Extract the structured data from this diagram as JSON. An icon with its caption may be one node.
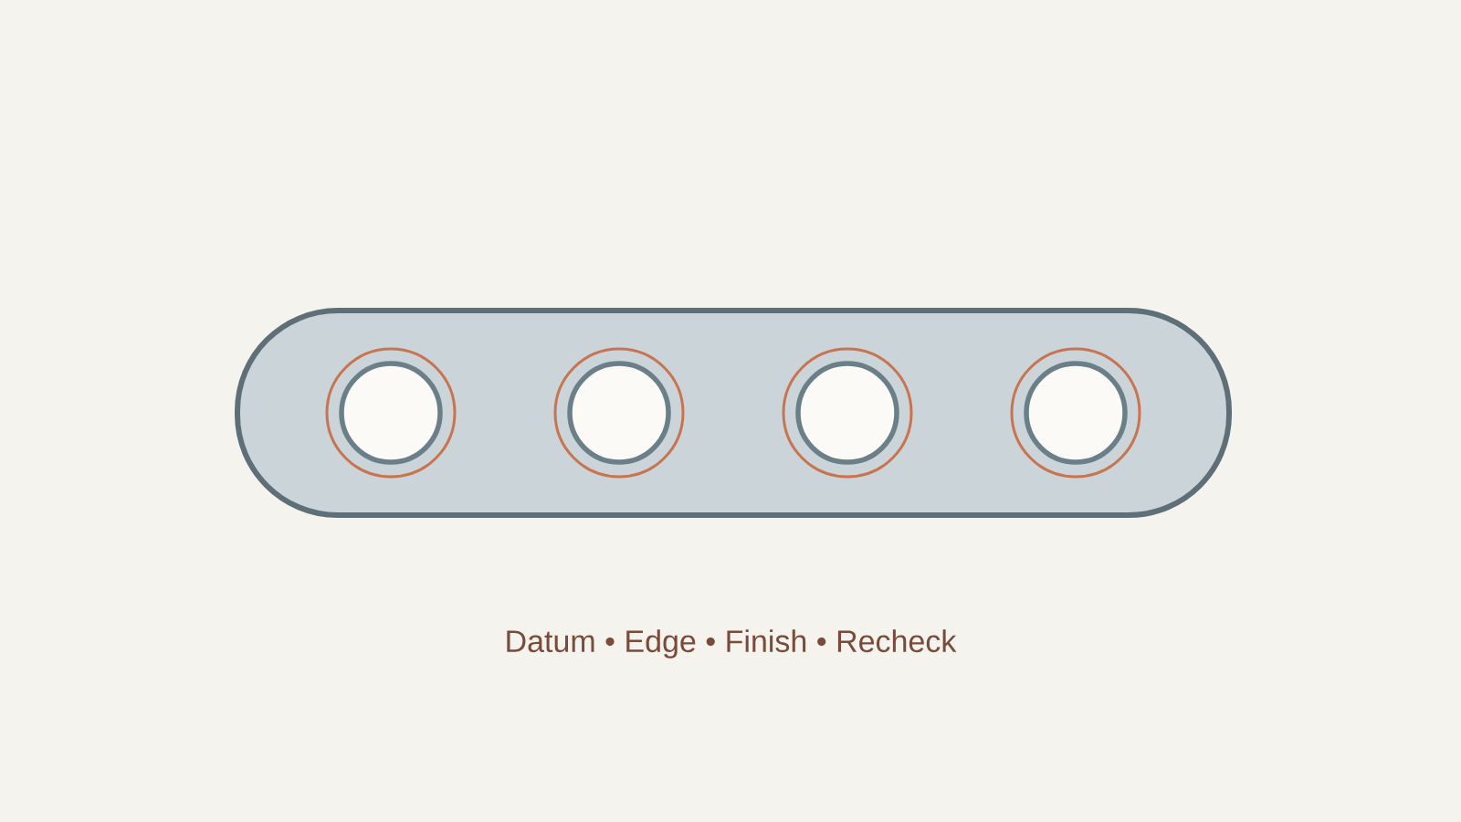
{
  "diagram": {
    "caption": "Datum • Edge • Finish • Recheck",
    "nodes": [
      {
        "text": [],
        "shape": "bar"
      },
      {
        "text": [],
        "shape": "circle",
        "in": 0
      },
      {
        "text": [],
        "shape": "circle",
        "in": 0
      },
      {
        "text": [],
        "shape": "circle",
        "in": 0
      },
      {
        "text": [],
        "shape": "circle",
        "in": 0
      }
    ]
  }
}
